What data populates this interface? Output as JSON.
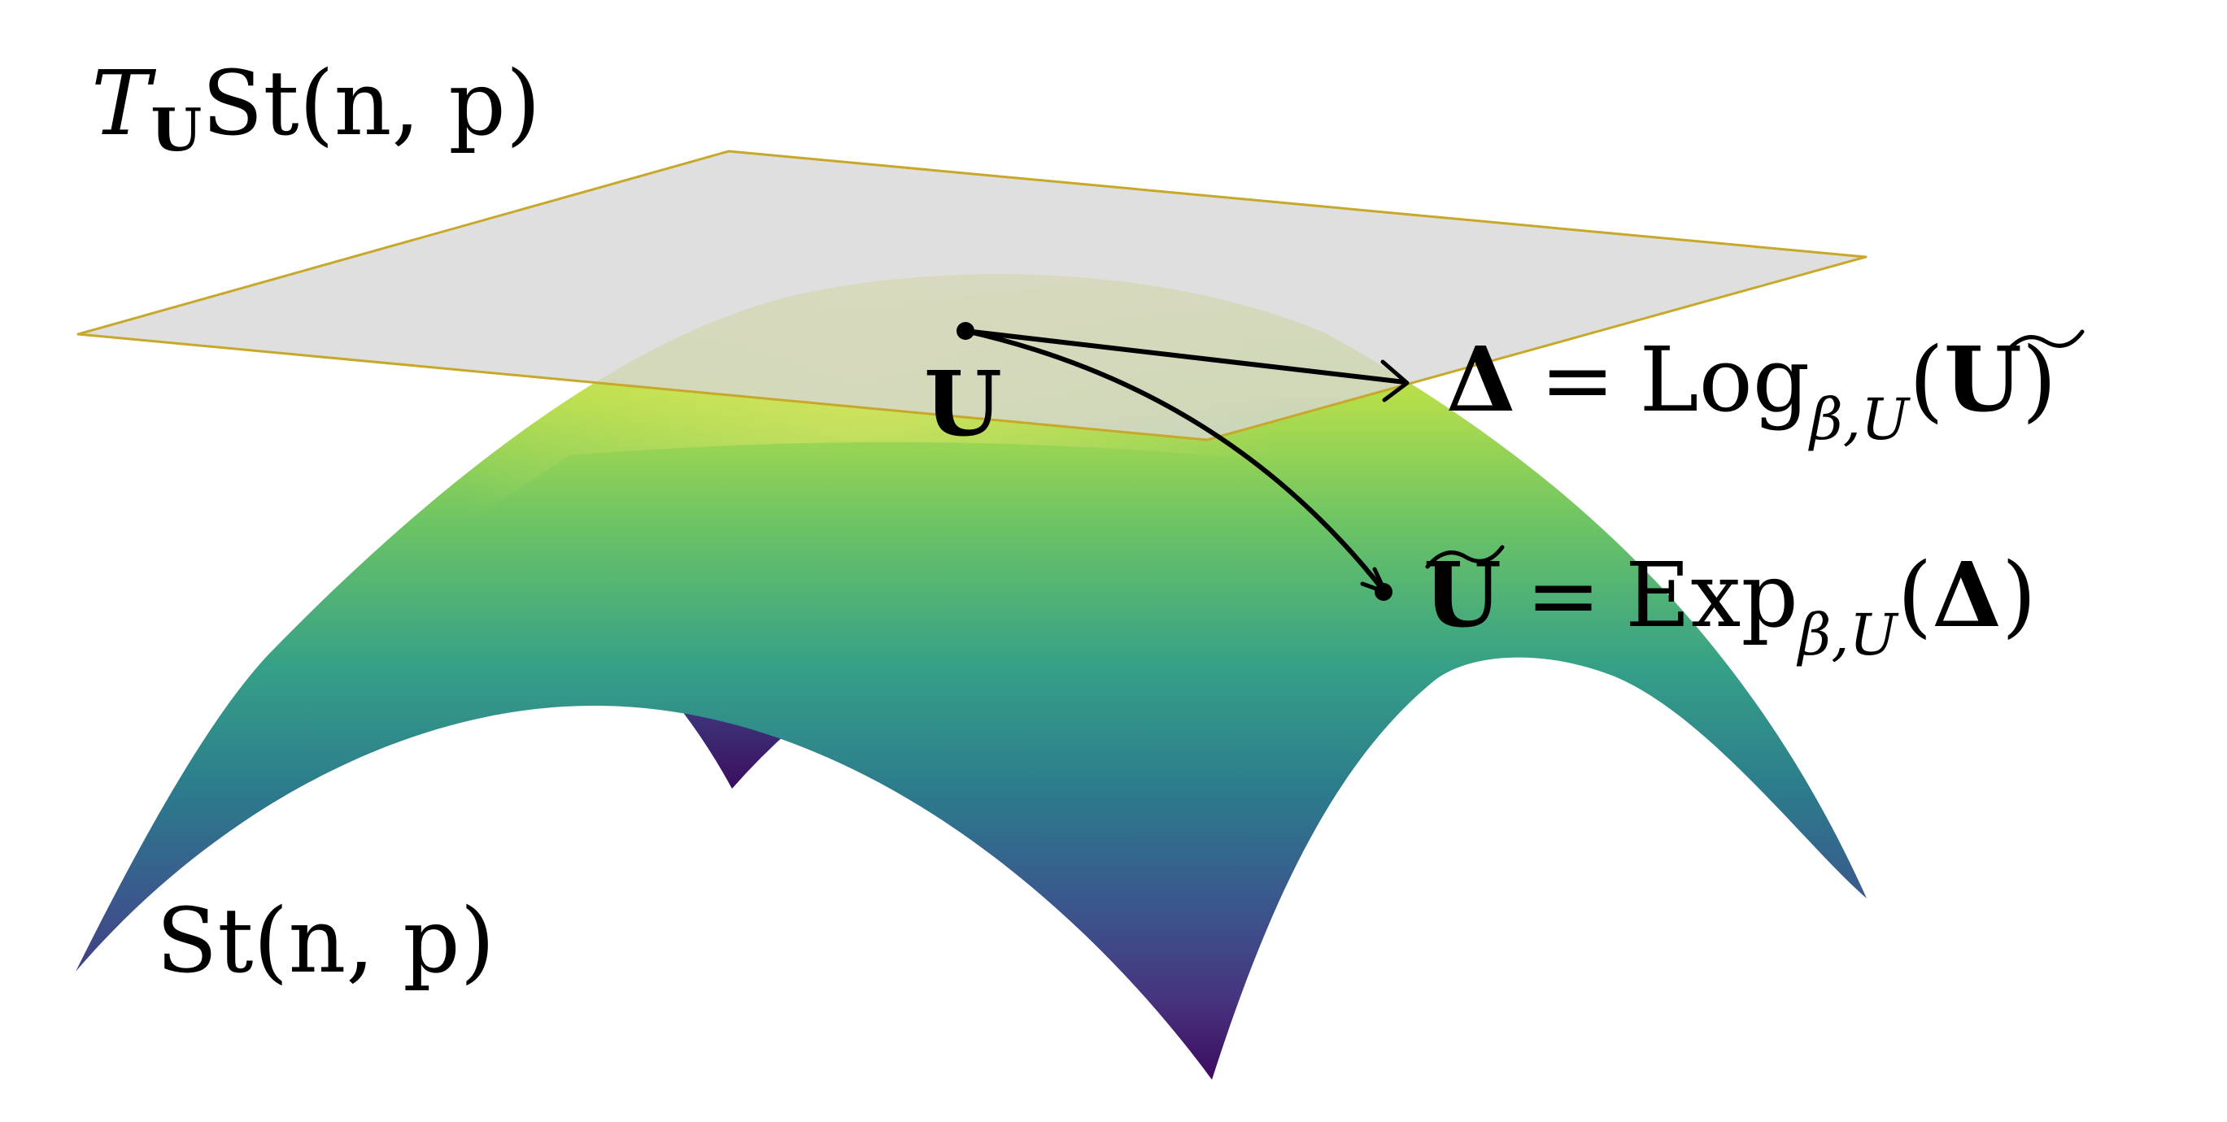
{
  "labels": {
    "tangent_space": {
      "T": "T",
      "sub": "U",
      "rest": "St(n, p)"
    },
    "manifold": "St(n, p)",
    "point_u": "U",
    "log_eq": {
      "lhs": "Δ",
      "eq": "=",
      "op": "Log",
      "sub": "β,U",
      "open": "(",
      "arg": "U",
      "close": ")"
    },
    "exp_eq": {
      "lhs": "U",
      "eq": "=",
      "op": "Exp",
      "sub": "β,U",
      "open": "(",
      "arg": "Δ",
      "close": ")"
    }
  },
  "colors": {
    "plane_fill": "#dcdcdc",
    "plane_edge": "#c8a82a",
    "surface_top": "#c9e040",
    "surface_mid": "#3a9a8a",
    "surface_low": "#3b5a8f",
    "surface_bottom": "#43106a",
    "ink": "#000000"
  }
}
